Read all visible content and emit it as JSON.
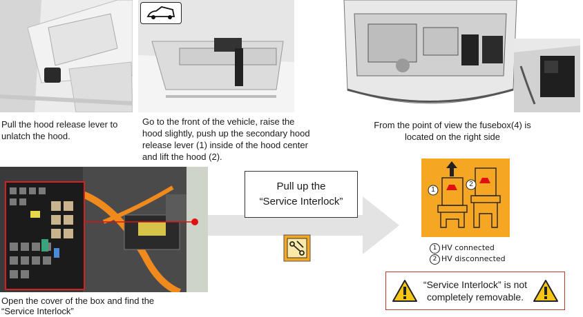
{
  "steps": {
    "step1": {
      "caption": "Pull the hood release lever to unlatch the hood."
    },
    "step2": {
      "caption": "Go to the front of the vehicle, raise the hood slightly, push up the secondary hood release lever (1) inside of the hood center and lift the hood (2)."
    },
    "step3": {
      "caption": "From the point of view the fusebox(4) is located on the right side"
    },
    "step4": {
      "caption_line1": "Open the cover of the box and find the",
      "caption_line2": "“Service Interlock”"
    }
  },
  "callout": {
    "line1": "Pull up the",
    "line2": "“Service Interlock”"
  },
  "interlock_diagram": {
    "marker1": "1",
    "marker2": "2",
    "legend": [
      {
        "num": "1",
        "text": "HV connected"
      },
      {
        "num": "2",
        "text": "HV disconnected"
      }
    ]
  },
  "warning": {
    "line1": "“Service Interlock” is not",
    "line2": "completely removable."
  },
  "colors": {
    "accent_orange": "#f5a623",
    "warning_red": "#c0392b",
    "arrow_gray": "#e3e3e3",
    "marker_red": "#e01010"
  },
  "icons": [
    "hood-open-icon",
    "interlock-icon",
    "warning-icon",
    "up-arrow-icon"
  ]
}
